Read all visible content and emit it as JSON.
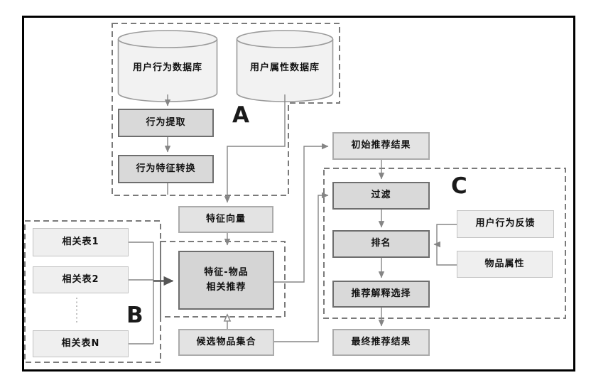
{
  "diagram": {
    "group_labels": {
      "a": "A",
      "b": "B",
      "c": "C"
    },
    "databases": {
      "user_behavior_db": "用户行为数据库",
      "user_attribute_db": "用户属性数据库"
    },
    "nodes": {
      "behavior_extraction": "行为提取",
      "behavior_feature_conversion": "行为特征转换",
      "feature_vector": "特征向量",
      "feature_item_rec_line1": "特征-物品",
      "feature_item_rec_line2": "相关推荐",
      "related_table_1": "相关表1",
      "related_table_2": "相关表2",
      "related_table_n": "相关表N",
      "candidate_item_set": "候选物品集合",
      "initial_rec_result": "初始推荐结果",
      "filter": "过滤",
      "ranking": "排名",
      "user_behavior_feedback": "用户行为反馈",
      "item_attributes": "物品属性",
      "rec_explanation_selection": "推荐解释选择",
      "final_rec_result": "最终推荐结果"
    },
    "colors": {
      "frame_border": "#000000",
      "process_fill": "#d9d9d9",
      "process_border": "#6e6e6e",
      "result_fill": "#e3e3e3",
      "result_border": "#ababab",
      "input_fill": "#efefef",
      "input_border": "#c2c2c2",
      "cylinder_fill": "#f2f2f2",
      "cylinder_border": "#9a9a9a",
      "line": "#858585",
      "dashed_outline": "#7a7a7a",
      "emphasis_arrow": "#555555"
    }
  }
}
